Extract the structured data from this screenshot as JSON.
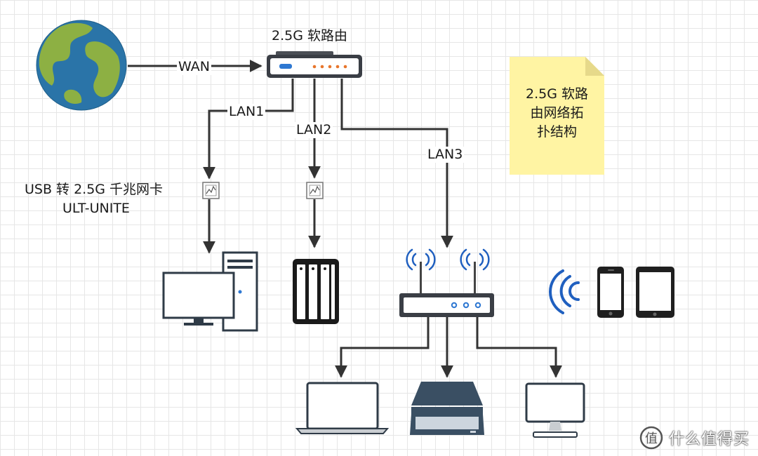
{
  "router_label": "2.5G 软路由",
  "links": {
    "wan": "WAN",
    "lan1": "LAN1",
    "lan2": "LAN2",
    "lan3": "LAN3"
  },
  "adapter_label": {
    "line1": "USB 转 2.5G 千兆网卡",
    "line2": "ULT-UNITE"
  },
  "note": "2.5G 软路\n由网络拓\n扑结构",
  "watermark": "什么值得买",
  "watermark_logo": "值",
  "colors": {
    "line": "#333333",
    "note": "#fff4a3",
    "globe_ocean": "#2a74a8",
    "globe_land": "#8db043",
    "wifi": "#1f5fbf",
    "scanner": "#3a4f63"
  }
}
